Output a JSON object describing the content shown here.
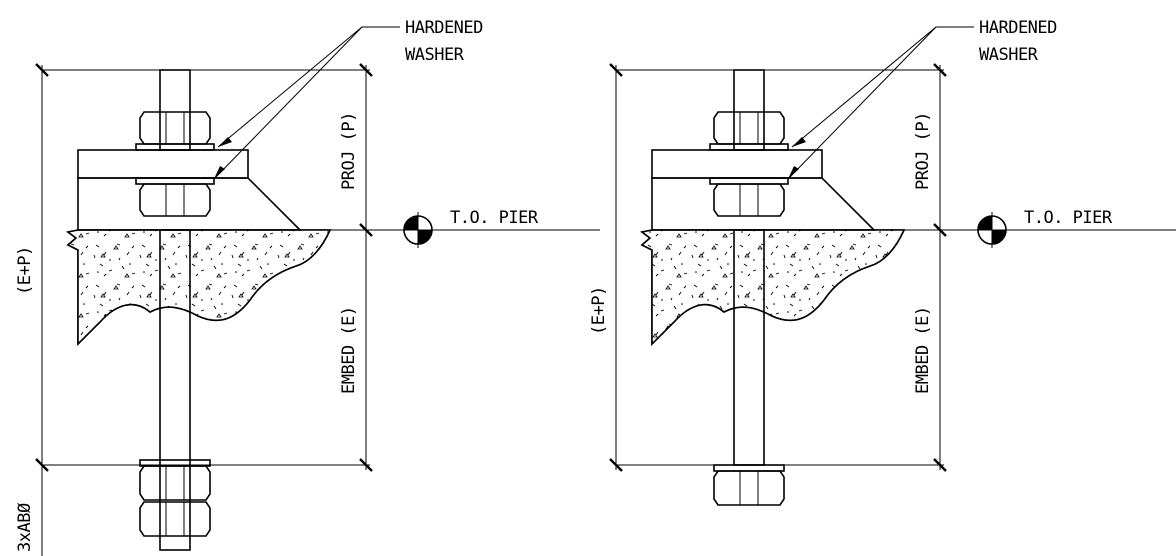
{
  "labels": {
    "washer_line1": "HARDENED",
    "washer_line2": "WASHER",
    "pier": "T.O. PIER",
    "proj": "PROJ (P)",
    "embed": "EMBED (E)",
    "total": "(E+P)",
    "rod": "3xABØ"
  },
  "colors": {
    "line": "#000000",
    "background": "#ffffff",
    "marker_fill": "#000000"
  }
}
